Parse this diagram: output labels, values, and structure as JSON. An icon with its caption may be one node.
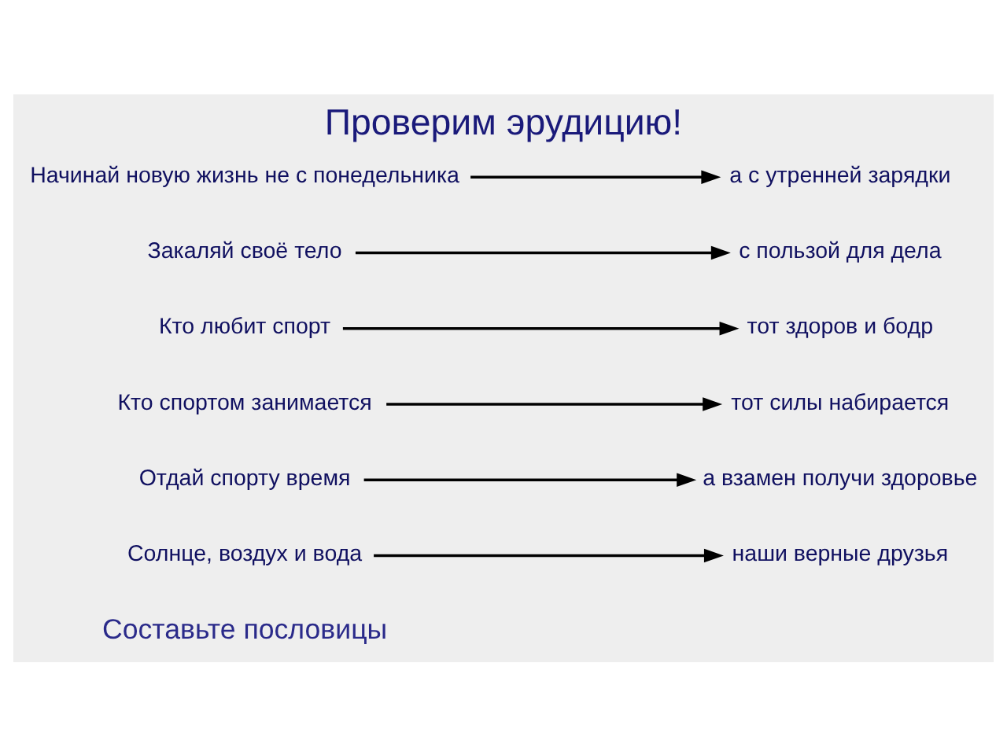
{
  "diagram": {
    "title": "Проверим эрудицию!",
    "nodes": [
      {
        "text": [
          "Солнце, воздух и вода"
        ]
      },
      {
        "text": [
          "Отдай спорту время"
        ]
      },
      {
        "text": [
          "Кто спортом занимается"
        ]
      },
      {
        "text": [
          "Кто любит спорт"
        ]
      },
      {
        "text": [
          "Закаляй своё тело"
        ]
      },
      {
        "text": [
          "Начинай новую жизнь не с понедельника"
        ]
      },
      {
        "text": [
          "а взамен получи здоровье"
        ]
      },
      {
        "text": [
          "наши верные друзья"
        ]
      },
      {
        "text": [
          "с пользой для дела"
        ]
      },
      {
        "text": [
          "тот силы набирается"
        ]
      },
      {
        "text": [
          "а с утренней зарядки"
        ]
      },
      {
        "text": [
          "тот здоров и бодр"
        ]
      }
    ],
    "edges": [
      {
        "from": 0,
        "to": 7,
        "arrow": "to"
      },
      {
        "from": 1,
        "to": 6,
        "arrow": "to"
      },
      {
        "from": 2,
        "to": 9,
        "arrow": "to"
      },
      {
        "from": 3,
        "to": 11,
        "arrow": "to"
      },
      {
        "from": 4,
        "to": 8,
        "arrow": "to"
      },
      {
        "from": 5,
        "to": 10,
        "arrow": "to"
      }
    ],
    "labels": [
      "Составьте пословицы"
    ]
  }
}
